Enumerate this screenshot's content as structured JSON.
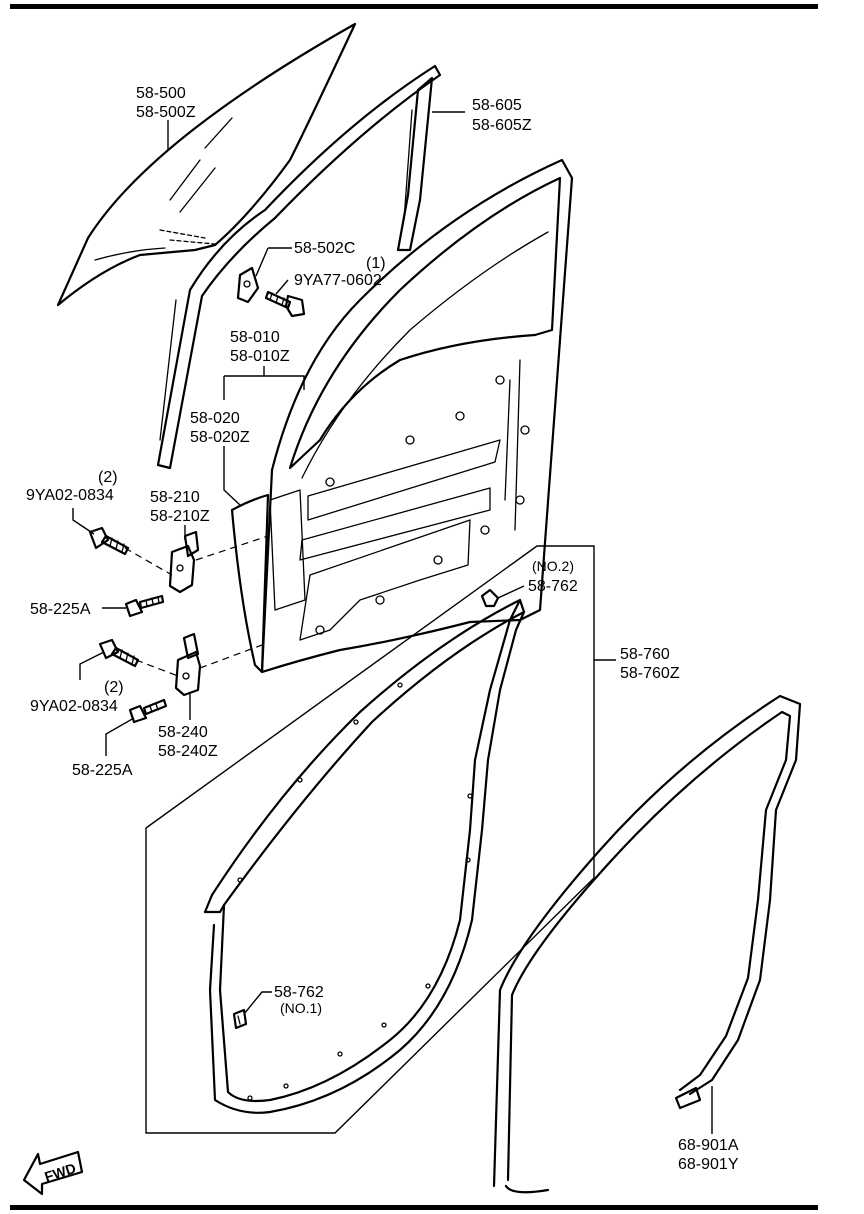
{
  "labels": {
    "glass": [
      "58-500",
      "58-500Z"
    ],
    "channel": [
      "58-605",
      "58-605Z"
    ],
    "bracket": "58-502C",
    "bolt_qty": "(1)",
    "bolt": "9YA77-0602",
    "door_shell": [
      "58-010",
      "58-010Z"
    ],
    "door_panel": [
      "58-020",
      "58-020Z"
    ],
    "upper_hinge_bolt_qty": "(2)",
    "upper_hinge_bolt": "9YA02-0834",
    "upper_hinge": [
      "58-210",
      "58-210Z"
    ],
    "upper_bolt_225": "58-225A",
    "lower_hinge_bolt": "9YA02-0834",
    "lower_hinge_bolt_qty": "(2)",
    "lower_hinge": [
      "58-240",
      "58-240Z"
    ],
    "lower_bolt_225": "58-225A",
    "clip_no2_note": "(NO.2)",
    "clip_no2": "58-762",
    "weatherstrip": [
      "58-760",
      "58-760Z"
    ],
    "clip_no1": "58-762",
    "clip_no1_note": "(NO.1)",
    "body_seal": [
      "68-901A",
      "68-901Y"
    ],
    "fwd": "FWD"
  }
}
